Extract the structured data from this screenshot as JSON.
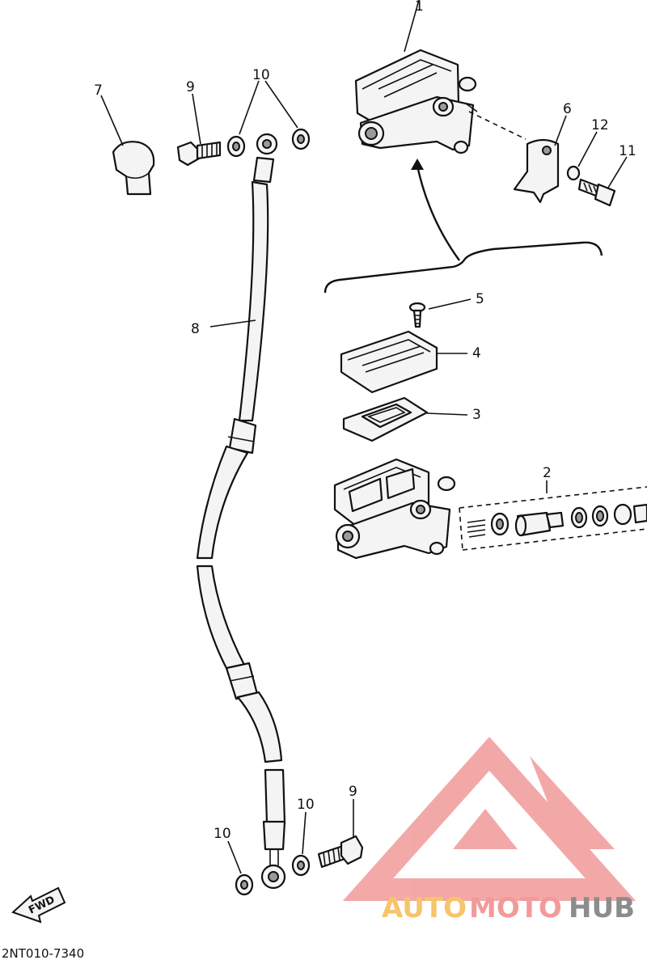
{
  "callouts": {
    "p1": "1",
    "p2": "2",
    "p3": "3",
    "p4": "4",
    "p5": "5",
    "p6": "6",
    "p7": "7",
    "p8": "8",
    "p9_top": "9",
    "p9_bottom": "9",
    "p10_top": "10",
    "p10_bottom_right": "10",
    "p10_bottom_left": "10",
    "p11": "11",
    "p12": "12"
  },
  "diagram_code": "2NT010-7340",
  "fwd_label": "FWD",
  "watermark": {
    "part_a": "AUTO",
    "part_b": "MOTO",
    "part_c": "HUB",
    "color_a": "#f7c46c",
    "color_b": "#f29a9a",
    "color_c": "#8c8c8c",
    "logo_color": "#f29a9a"
  }
}
